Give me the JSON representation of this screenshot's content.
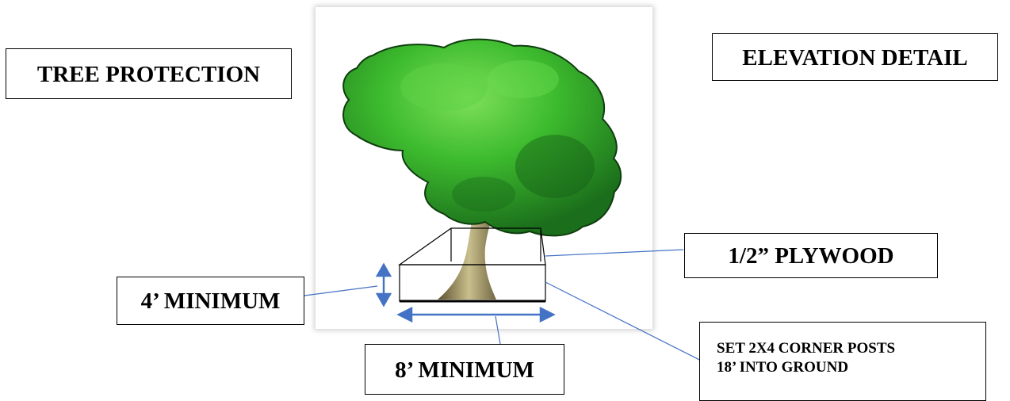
{
  "title_left": "TREE PROTECTION",
  "title_right": "ELEVATION DETAIL",
  "callouts": {
    "plywood": "1/2” PLYWOOD",
    "height": "4’ MINIMUM",
    "width": "8’ MINIMUM",
    "posts_line1": "SET 2X4 CORNER POSTS",
    "posts_line2": "18’ INTO GROUND"
  },
  "colors": {
    "leader_line": "#4472c4",
    "foliage_dark": "#1b6e1b",
    "foliage_light": "#3dbb2e",
    "trunk": "#8a7a52"
  }
}
